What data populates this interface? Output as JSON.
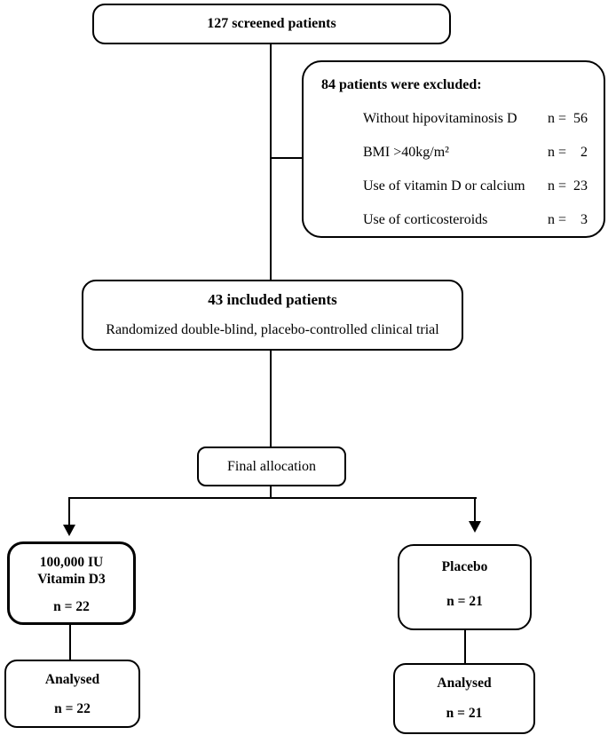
{
  "flowchart": {
    "screened": {
      "label": "127 screened patients"
    },
    "excluded": {
      "header": "84 patients were excluded:",
      "items": [
        {
          "label": "Without hipovitaminosis D",
          "n_prefix": "n =",
          "n_value": "56"
        },
        {
          "label": "BMI >40kg/m²",
          "n_prefix": "n =",
          "n_value": "2"
        },
        {
          "label": "Use of vitamin D or calcium",
          "n_prefix": "n =",
          "n_value": "23"
        },
        {
          "label": "Use of corticosteroids",
          "n_prefix": "n =",
          "n_value": "3"
        }
      ]
    },
    "included": {
      "title": "43 included patients",
      "subtitle": "Randomized double-blind, placebo-controlled clinical trial"
    },
    "allocation": {
      "label": "Final allocation"
    },
    "arm_left": {
      "line1": "100,000 IU",
      "line2": "Vitamin D3",
      "n": "n = 22"
    },
    "arm_right": {
      "title": "Placebo",
      "n": "n = 21"
    },
    "analysed_left": {
      "title": "Analysed",
      "n": "n = 22"
    },
    "analysed_right": {
      "title": "Analysed",
      "n": "n = 21"
    }
  }
}
